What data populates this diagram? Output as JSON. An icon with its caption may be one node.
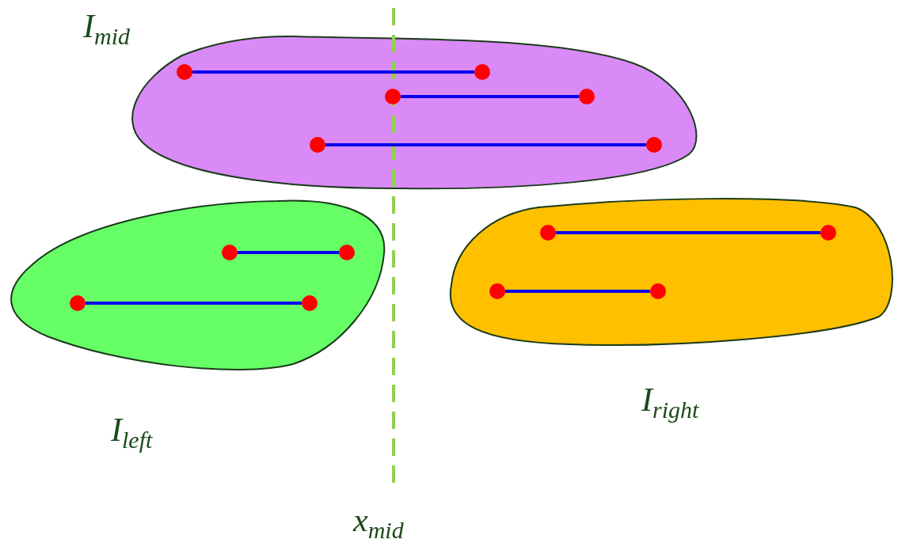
{
  "diagram": {
    "nodes": [
      {
        "text": [
          "I$_{mid}$"
        ]
      },
      {
        "text": [],
        "shape": "circle",
        "in": 0
      },
      {
        "text": [],
        "shape": "circle",
        "in": 0
      },
      {
        "text": [],
        "shape": "circle",
        "in": 0
      },
      {
        "text": [],
        "shape": "circle",
        "in": 0
      },
      {
        "text": [],
        "shape": "circle",
        "in": 0
      },
      {
        "text": [],
        "shape": "circle",
        "in": 0
      },
      {
        "text": [
          "I$_{left}$"
        ]
      },
      {
        "text": [],
        "shape": "circle",
        "in": 7
      },
      {
        "text": [],
        "shape": "circle",
        "in": 7
      },
      {
        "text": [],
        "shape": "circle",
        "in": 7
      },
      {
        "text": [],
        "shape": "circle",
        "in": 7
      },
      {
        "text": [
          "I$_{right}$"
        ]
      },
      {
        "text": [],
        "shape": "circle",
        "in": 12
      },
      {
        "text": [],
        "shape": "circle",
        "in": 12
      },
      {
        "text": [],
        "shape": "circle",
        "in": 12
      },
      {
        "text": [],
        "shape": "circle",
        "in": 12
      }
    ],
    "edges": [
      {
        "from": 1,
        "to": 2,
        "arrow": "none"
      },
      {
        "from": 3,
        "to": 4,
        "arrow": "none"
      },
      {
        "from": 5,
        "to": 6,
        "arrow": "none"
      },
      {
        "from": 8,
        "to": 9,
        "arrow": "none"
      },
      {
        "from": 10,
        "to": 11,
        "arrow": "none"
      },
      {
        "from": 13,
        "to": 14,
        "arrow": "none"
      },
      {
        "from": 15,
        "to": 16,
        "arrow": "none"
      }
    ],
    "labels": [
      "x$_{mid}$"
    ]
  }
}
